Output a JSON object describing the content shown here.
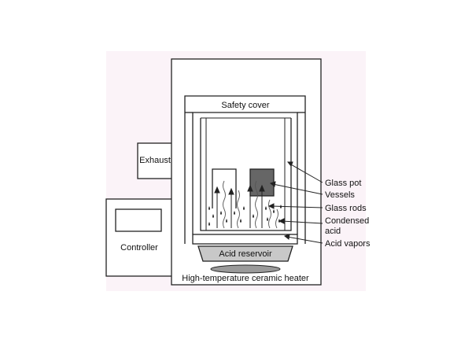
{
  "labels": {
    "safety_cover": "Safety cover",
    "exhaust": "Exhaust",
    "controller": "Controller",
    "acid_reservoir": "Acid reservoir",
    "heater": "High-temperature ceramic heater",
    "glass_pot": "Glass pot",
    "vessels": "Vessels",
    "glass_rods": "Glass rods",
    "condensed_acid_line1": "Condensed",
    "condensed_acid_line2": "acid",
    "acid_vapors": "Acid vapors"
  },
  "colors": {
    "page_tint": "#fbf3f8",
    "stroke": "#222222",
    "vessel_fill": "#666666",
    "reservoir_fill": "#c8c8c8",
    "heater_fill": "#9a9a9a",
    "droplet": "#333333"
  }
}
